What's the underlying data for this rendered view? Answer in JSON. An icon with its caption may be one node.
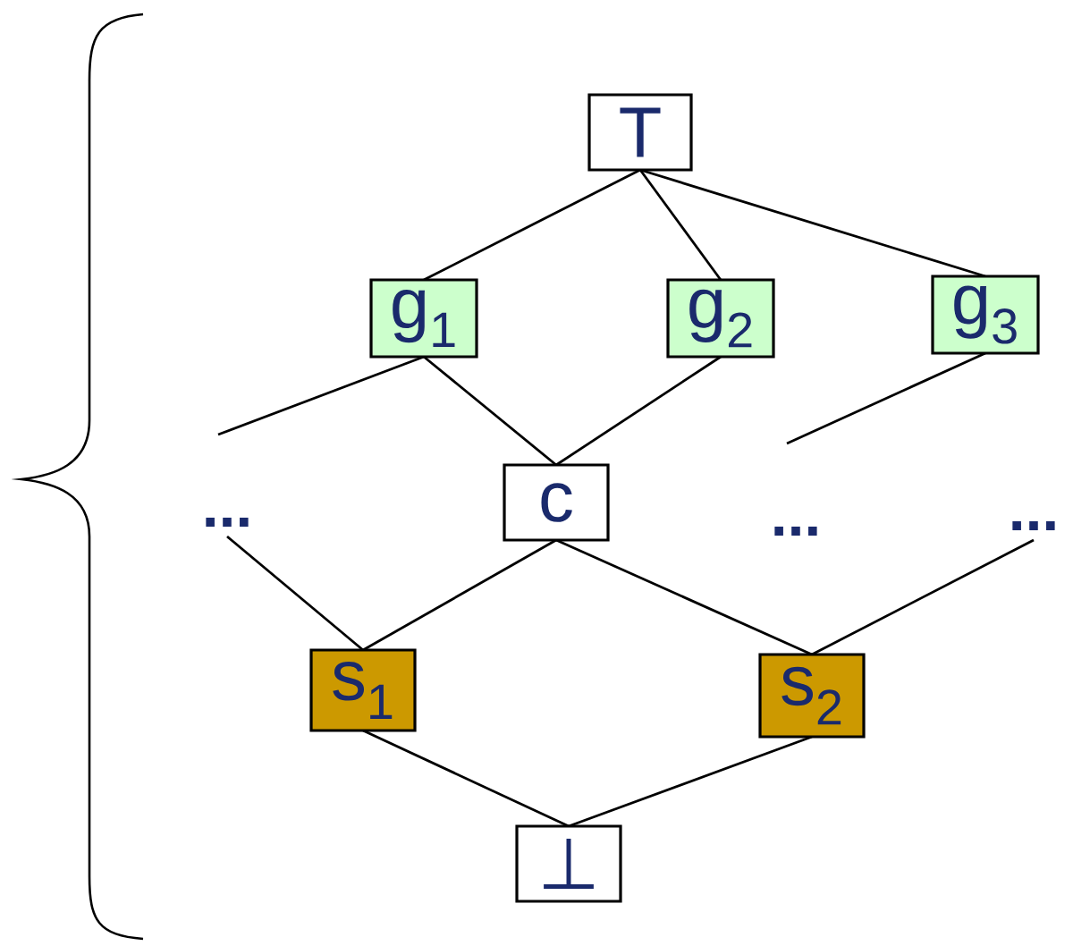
{
  "diagram": {
    "nodes": [
      {
        "text": [
          "T"
        ]
      },
      {
        "text": [
          "g$_{1}$"
        ]
      },
      {
        "text": [
          "g$_{2}$"
        ]
      },
      {
        "text": [
          "g$_{3}$"
        ]
      },
      {
        "text": [
          "c"
        ]
      },
      {
        "text": [
          "s$_{1}$"
        ]
      },
      {
        "text": [
          "s$_{2}$"
        ]
      },
      {
        "text": [
          "⊥"
        ]
      },
      {
        "text": [
          "..."
        ]
      },
      {
        "text": [
          "..."
        ]
      }
    ],
    "edges": [
      {
        "from": 0,
        "to": 1,
        "arrow": "none"
      },
      {
        "from": 0,
        "to": 2,
        "arrow": "none"
      },
      {
        "from": 0,
        "to": 3,
        "arrow": "none"
      },
      {
        "from": 1,
        "to": null,
        "arrow": "none"
      },
      {
        "from": 1,
        "to": 4,
        "arrow": "none"
      },
      {
        "from": 2,
        "to": 4,
        "arrow": "none"
      },
      {
        "from": 3,
        "to": null,
        "arrow": "none"
      },
      {
        "from": 4,
        "to": 5,
        "arrow": "none"
      },
      {
        "from": 4,
        "to": 6,
        "arrow": "none"
      },
      {
        "from": 5,
        "to": 8,
        "arrow": "none"
      },
      {
        "from": 6,
        "to": 9,
        "arrow": "none"
      },
      {
        "from": 5,
        "to": 7,
        "arrow": "none"
      },
      {
        "from": 6,
        "to": 7,
        "arrow": "none"
      }
    ],
    "labels": [
      "..."
    ]
  }
}
